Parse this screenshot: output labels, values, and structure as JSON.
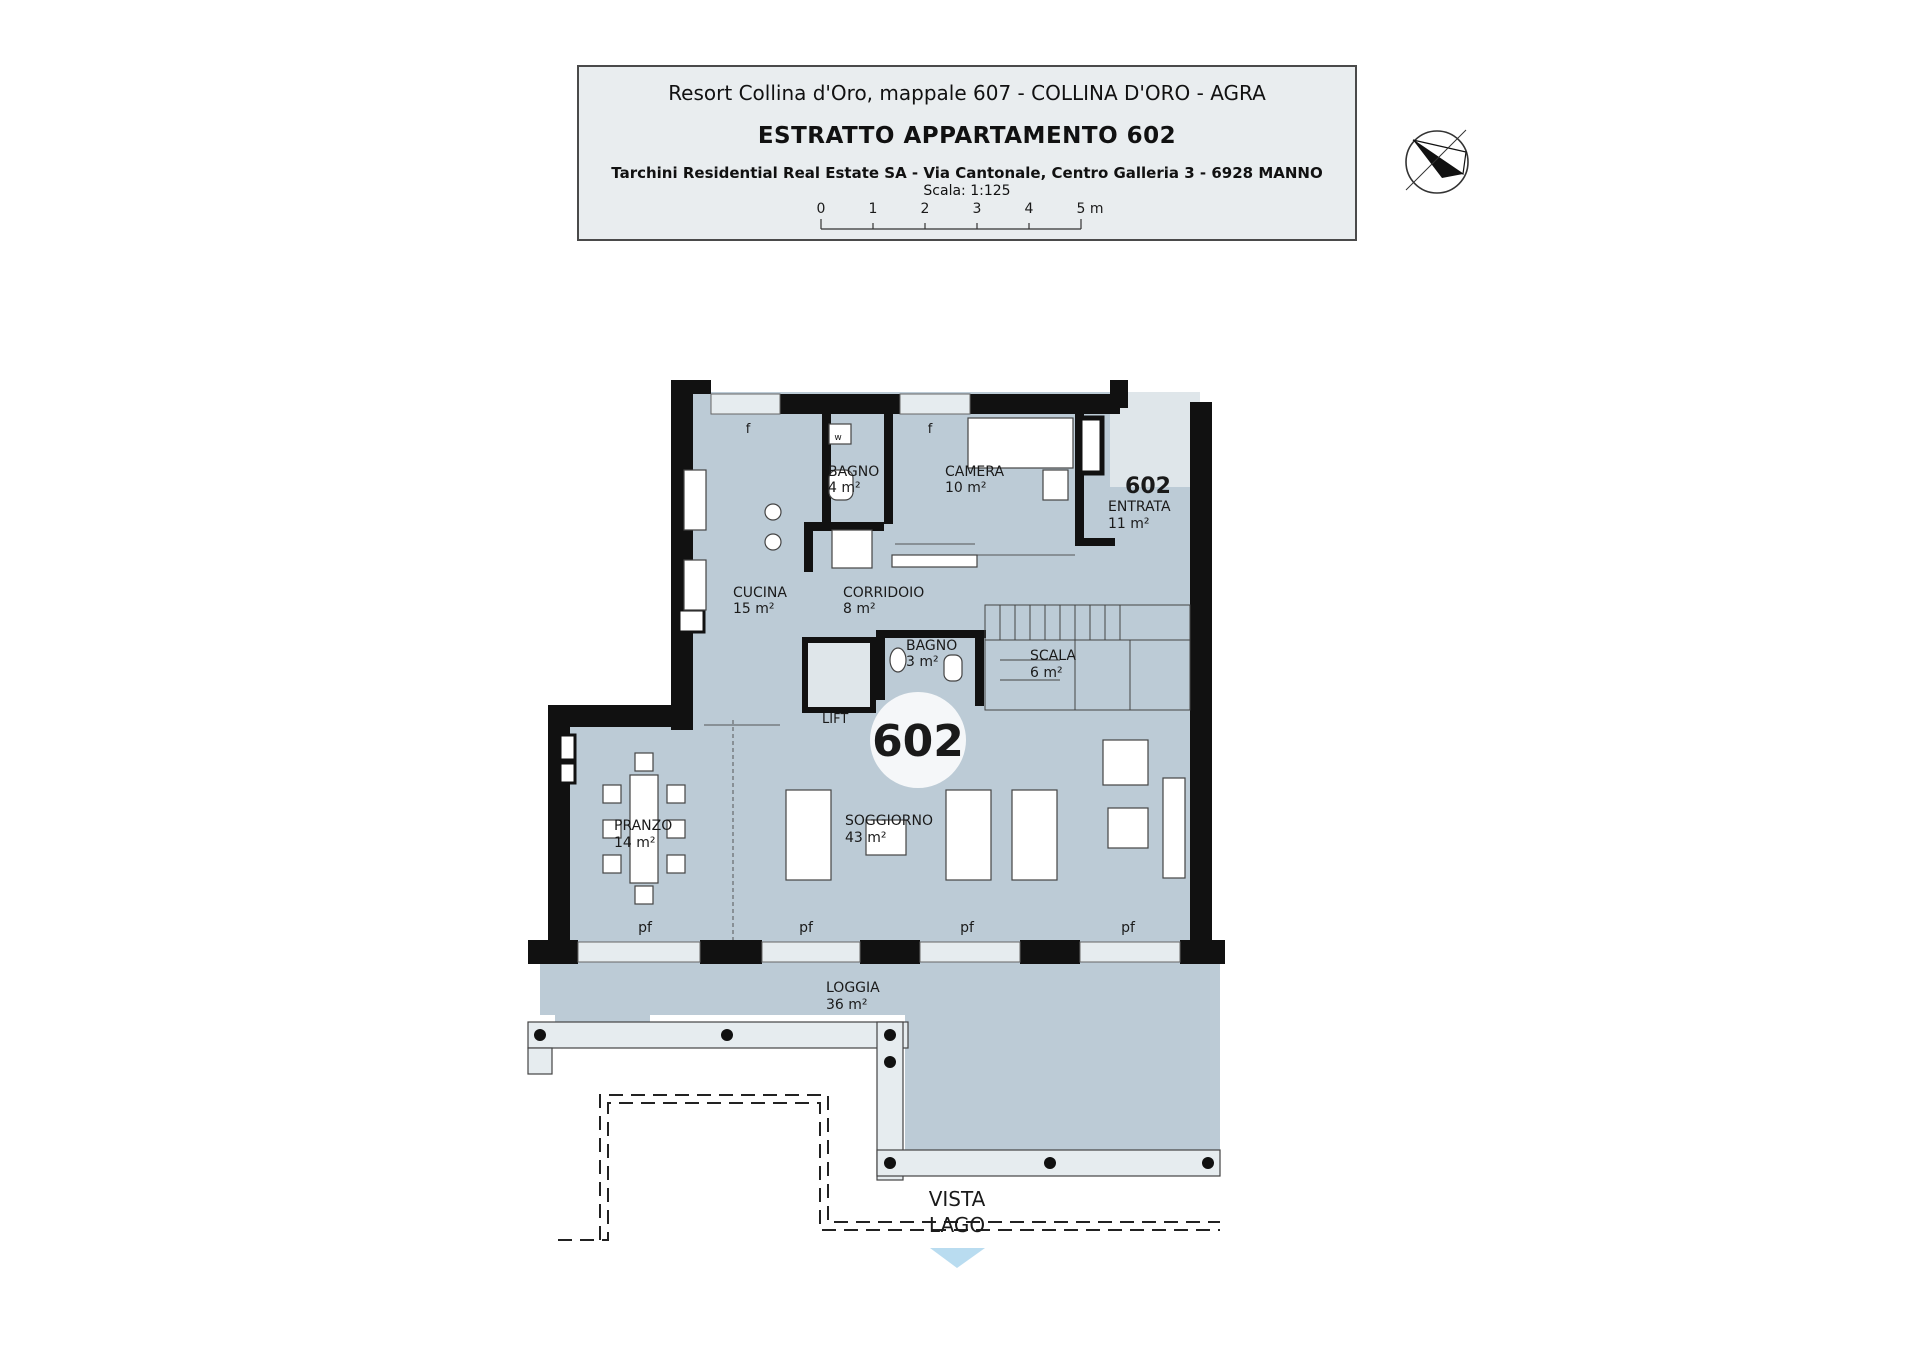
{
  "title_block": {
    "project": "Resort Collina d'Oro, mappale 607 - COLLINA D'ORO - AGRA",
    "title": "ESTRATTO APPARTAMENTO 602",
    "company": "Tarchini Residential Real Estate SA - Via Cantonale, Centro Galleria 3 - 6928 MANNO",
    "scale": "Scala: 1:125",
    "scale_ticks": [
      "0",
      "1",
      "2",
      "3",
      "4",
      "5 m"
    ]
  },
  "compass": {
    "icon": "north-arrow-icon"
  },
  "apartment": {
    "number_big": "602",
    "number_small": "602"
  },
  "rooms": {
    "bagno1": {
      "name": "BAGNO",
      "area": "4 m²"
    },
    "camera": {
      "name": "CAMERA",
      "area": "10 m²"
    },
    "entrata": {
      "name": "ENTRATA",
      "area": "11 m²"
    },
    "cucina": {
      "name": "CUCINA",
      "area": "15 m²"
    },
    "corridoio": {
      "name": "CORRIDOIO",
      "area": "8 m²"
    },
    "bagno2": {
      "name": "BAGNO",
      "area": "3 m²"
    },
    "scala": {
      "name": "SCALA",
      "area": "6 m²"
    },
    "lift": {
      "name": "LIFT"
    },
    "pranzo": {
      "name": "PRANZO",
      "area": "14 m²"
    },
    "soggiorno": {
      "name": "SOGGIORNO",
      "area": "43 m²"
    },
    "loggia": {
      "name": "LOGGIA",
      "area": "36 m²"
    }
  },
  "window_marks": {
    "f": "f",
    "pf": "pf",
    "w": "w"
  },
  "view": {
    "line1": "VISTA",
    "line2": "LAGO"
  },
  "colors": {
    "floor": "#bccbd6",
    "wall": "#111111",
    "title_bg": "#e9edef",
    "badge": "#ffffff"
  }
}
